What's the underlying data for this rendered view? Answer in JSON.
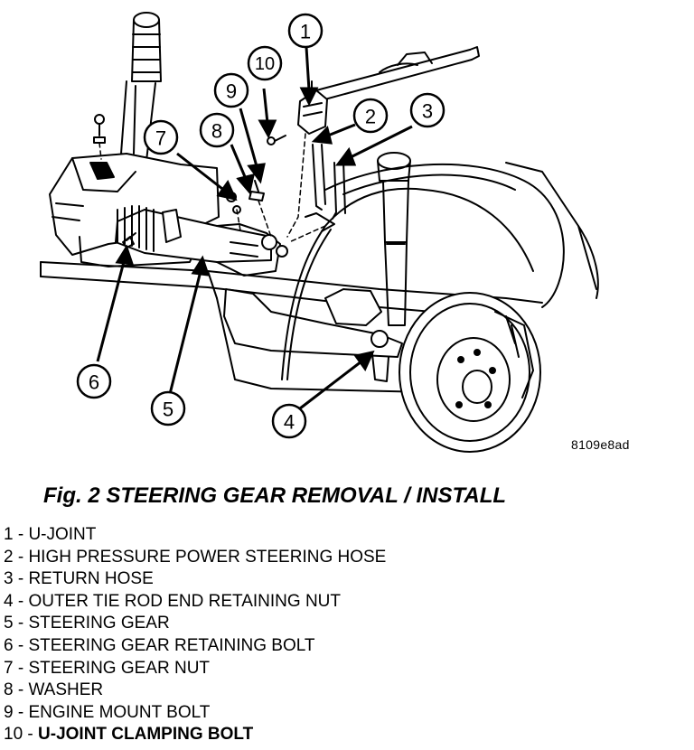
{
  "figure_code": "8109e8ad",
  "caption": "Fig. 2 STEERING GEAR REMOVAL / INSTALL",
  "callouts": [
    {
      "id": 1,
      "label": "1"
    },
    {
      "id": 2,
      "label": "2"
    },
    {
      "id": 3,
      "label": "3"
    },
    {
      "id": 4,
      "label": "4"
    },
    {
      "id": 5,
      "label": "5"
    },
    {
      "id": 6,
      "label": "6"
    },
    {
      "id": 7,
      "label": "7"
    },
    {
      "id": 8,
      "label": "8"
    },
    {
      "id": 9,
      "label": "9"
    },
    {
      "id": 10,
      "label": "10"
    }
  ],
  "legend": [
    {
      "num": "1 - ",
      "text": "U-JOINT"
    },
    {
      "num": "2 - ",
      "text": "HIGH PRESSURE POWER STEERING HOSE"
    },
    {
      "num": "3 - ",
      "text": "RETURN HOSE"
    },
    {
      "num": "4 - ",
      "text": "OUTER TIE ROD END RETAINING NUT"
    },
    {
      "num": "5 - ",
      "text": "STEERING GEAR"
    },
    {
      "num": "6 - ",
      "text": "STEERING GEAR RETAINING BOLT"
    },
    {
      "num": "7 - ",
      "text": "STEERING GEAR NUT"
    },
    {
      "num": "8 - ",
      "text": "WASHER"
    },
    {
      "num": "9 - ",
      "text": "ENGINE MOUNT BOLT"
    },
    {
      "num": "10 - ",
      "text": "U-JOINT CLAMPING BOLT"
    }
  ]
}
